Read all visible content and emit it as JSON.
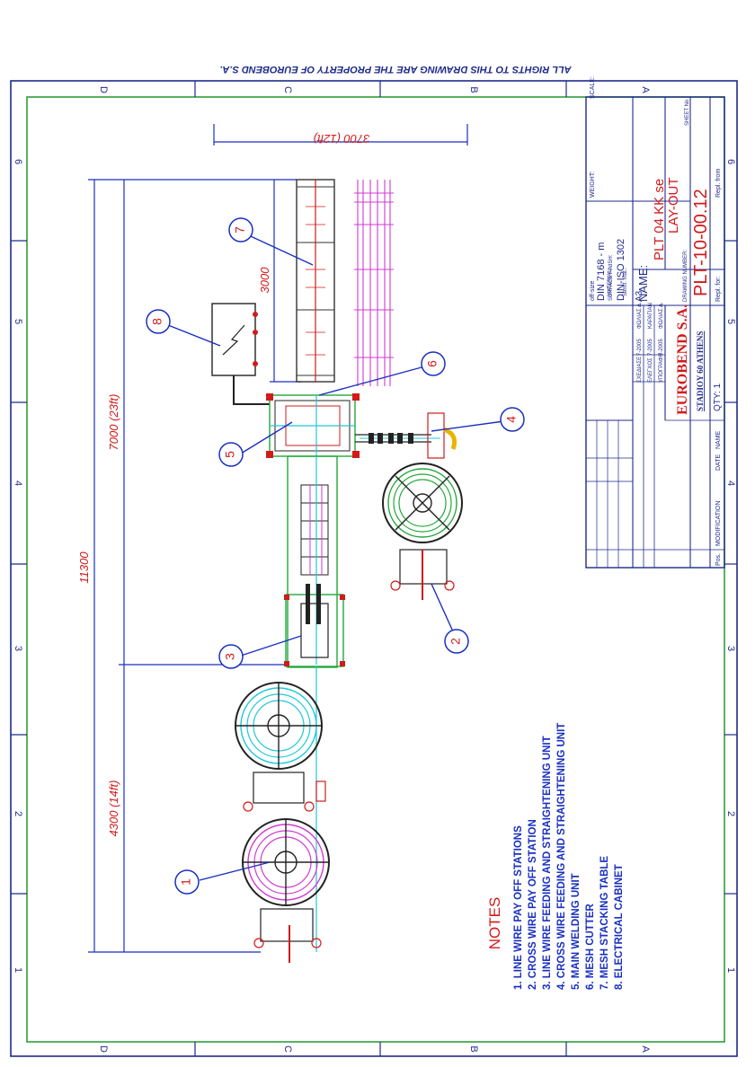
{
  "copyright": "ALL RIGHTS TO THIS DRAWING ARE THE PROPERTY OF EUROBEND S.A.",
  "zone_letters": [
    "D",
    "C",
    "B",
    "A"
  ],
  "zone_numbers": [
    "1",
    "2",
    "3",
    "4",
    "5",
    "6"
  ],
  "dimensions": {
    "total": "11300",
    "upper": "7000 (23ft)",
    "lower": "4300 (14ft)",
    "width": "3700 (12ft)",
    "table": "3000"
  },
  "callouts": [
    "1",
    "2",
    "3",
    "4",
    "5",
    "6",
    "7",
    "8"
  ],
  "notes": {
    "heading": "NOTES",
    "items": [
      "1. LINE WIRE PAY OFF STATIONS",
      "2. CROSS WIRE PAY OFF STATION",
      "3. LINE WIRE FEEDING AND STRAIGHTENING UNIT",
      "4. CROSS WIRE FEEDING AND STRAIGHTENING UNIT",
      "5. MAIN WELDING UNIT",
      "6. MESH CUTTER",
      "7. MESH STACKING TABLE",
      "8. ELECTRICAL CABINET"
    ]
  },
  "title_block": {
    "off_size": "off-size",
    "din": "DIN 7168 - m",
    "surface_label": "SURFACE FINISH:",
    "surface_value": "DIN-ISO 1302",
    "a3": "A3",
    "sign_rows": [
      [
        "ΣΧΕΔΙΑΣΕ",
        "7-2005",
        "ΦΩΛΙΑΣ Δ."
      ],
      [
        "ΕΛΕΓΧΟΣ",
        "7-2005",
        "ΚΑΡΑΓΙΑΝ"
      ],
      [
        "ΥΠΟΓΡΑΦΗ",
        "7-2005",
        "ΦΩΛΙΑΣ Δ."
      ]
    ],
    "company": "EUROBEND S.A.",
    "address": "STADIOY 60 ATHENS",
    "qty": "QTY: 1",
    "scale": "SCALE:",
    "weight": "WEIGHT:",
    "material": "MATERIAL:",
    "semif": "Semif. mat.:",
    "name_label": "NAME:",
    "name_line1": "PLT 04 KK se",
    "name_line2": "LAY-OUT",
    "drawing_number_label": "DRAWING NUMBER:",
    "drawing_number": "PLT-10-00.12",
    "sheet_no": "SHEET No",
    "repl_for": "Repl. for:",
    "repl_from": "Repl. from",
    "mod_headers": [
      "Pos.",
      "MODIFICATION",
      "DATE",
      "NAME"
    ]
  },
  "colors": {
    "border": "#1f2a8a",
    "frame": "#2e9e3a",
    "dimension": "#1a2fc0",
    "text_red": "#d21a1a",
    "magenta": "#d23ad2",
    "cyan": "#1fc8d8",
    "green": "#22a83a"
  }
}
